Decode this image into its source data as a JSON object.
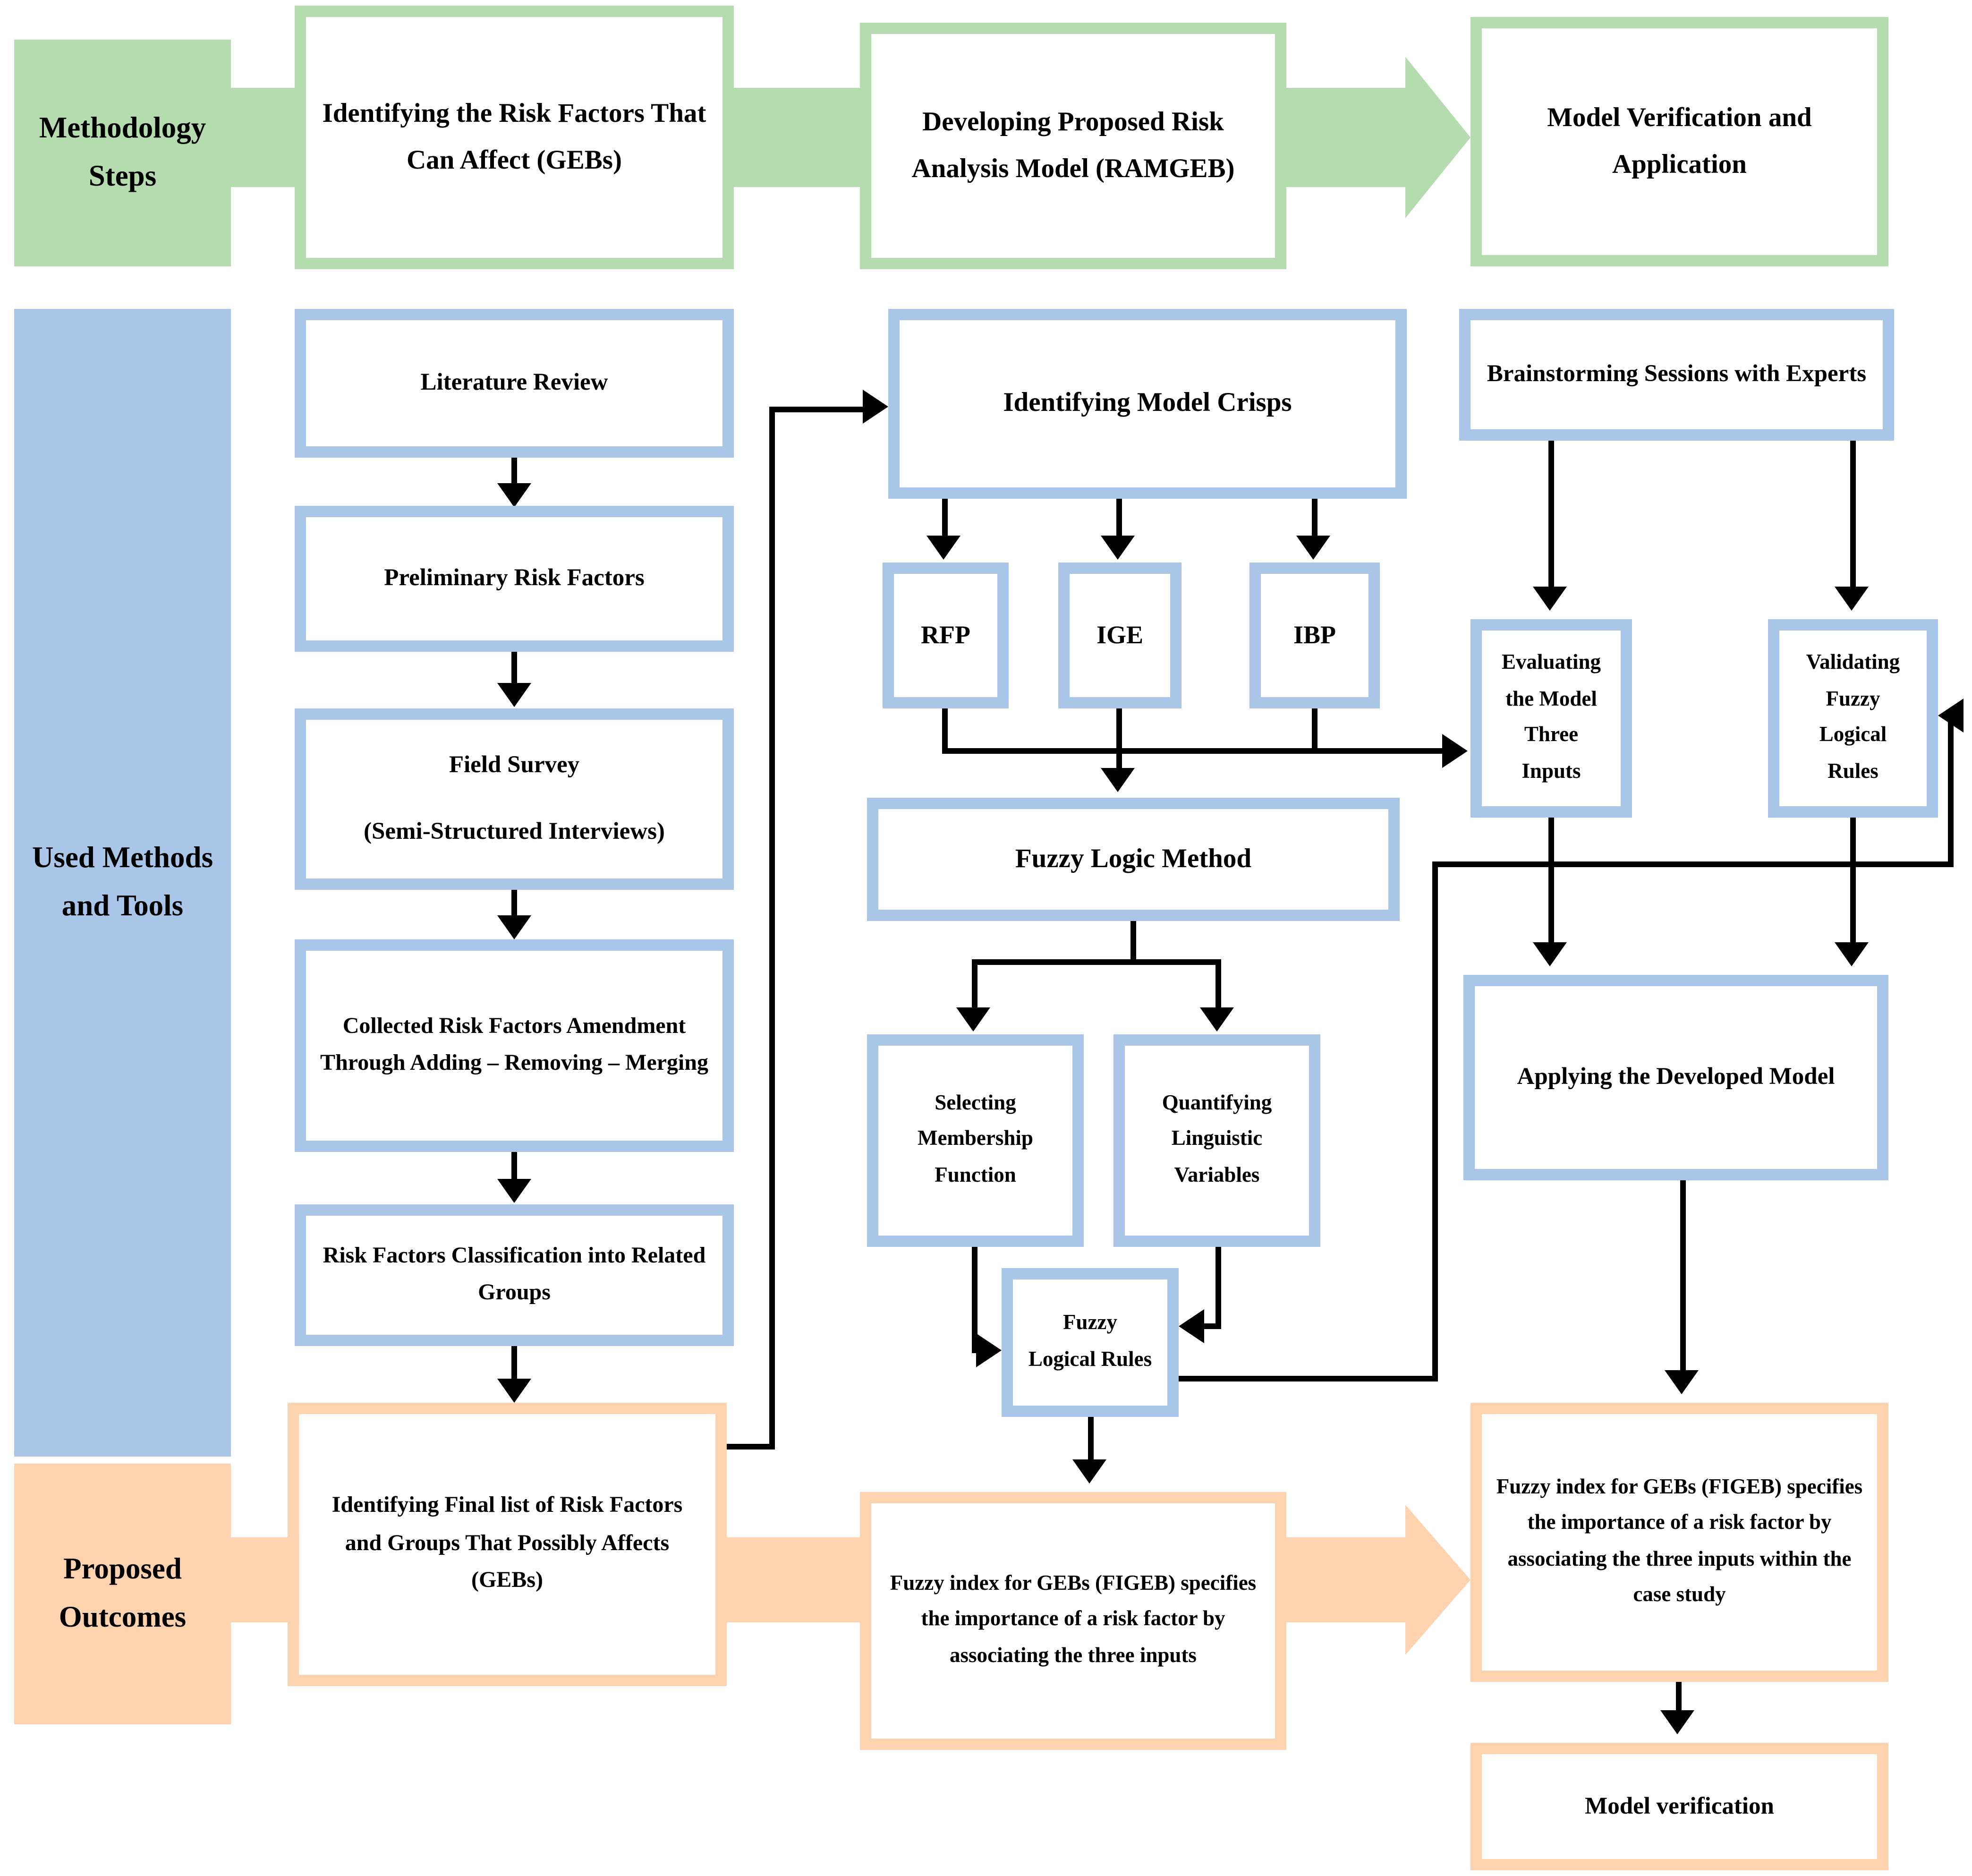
{
  "colors": {
    "green": "#b5dcae",
    "blue": "#a9c6e8",
    "orange": "#fcd2af",
    "line": "#000000"
  },
  "lanes": {
    "methodology": {
      "label": "Methodology Steps",
      "steps": {
        "identify": "Identifying the Risk Factors That Can Affect (GEBs)",
        "develop": "Developing Proposed Risk Analysis Model (RAMGEB)",
        "verify": "Model Verification and Application"
      }
    },
    "methods": {
      "label": "Used Methods and Tools",
      "boxes": {
        "literature_review": "Literature Review",
        "preliminary_risk_factors": "Preliminary Risk Factors",
        "field_survey_title": "Field Survey",
        "field_survey_sub": "(Semi-Structured Interviews)",
        "collected_amendment": "Collected Risk Factors Amendment Through Adding – Removing – Merging",
        "classification": "Risk Factors Classification into Related Groups",
        "identifying_model_crisps": "Identifying Model Crisps",
        "rfp": "RFP",
        "ige": "IGE",
        "ibp": "IBP",
        "fuzzy_logic_method": "Fuzzy Logic Method",
        "selecting_membership": "Selecting Membership Function",
        "quantifying_linguistic": "Quantifying Linguistic Variables",
        "fuzzy_logical_rules": "Fuzzy Logical Rules",
        "brainstorming": "Brainstorming Sessions with Experts",
        "evaluating_inputs": "Evaluating the Model Three Inputs",
        "validating_rules": "Validating Fuzzy Logical Rules",
        "applying_model": "Applying the Developed Model"
      }
    },
    "outcomes": {
      "label": "Proposed Outcomes",
      "boxes": {
        "final_list": "Identifying Final list of Risk Factors and Groups That Possibly Affects (GEBs)",
        "figeb": "Fuzzy index for GEBs (FIGEB) specifies the importance of a risk factor by associating the three inputs",
        "figeb_case_study": "Fuzzy index for GEBs (FIGEB) specifies the importance of a risk factor by associating the three inputs within the case study",
        "model_verification": "Model verification"
      }
    }
  }
}
